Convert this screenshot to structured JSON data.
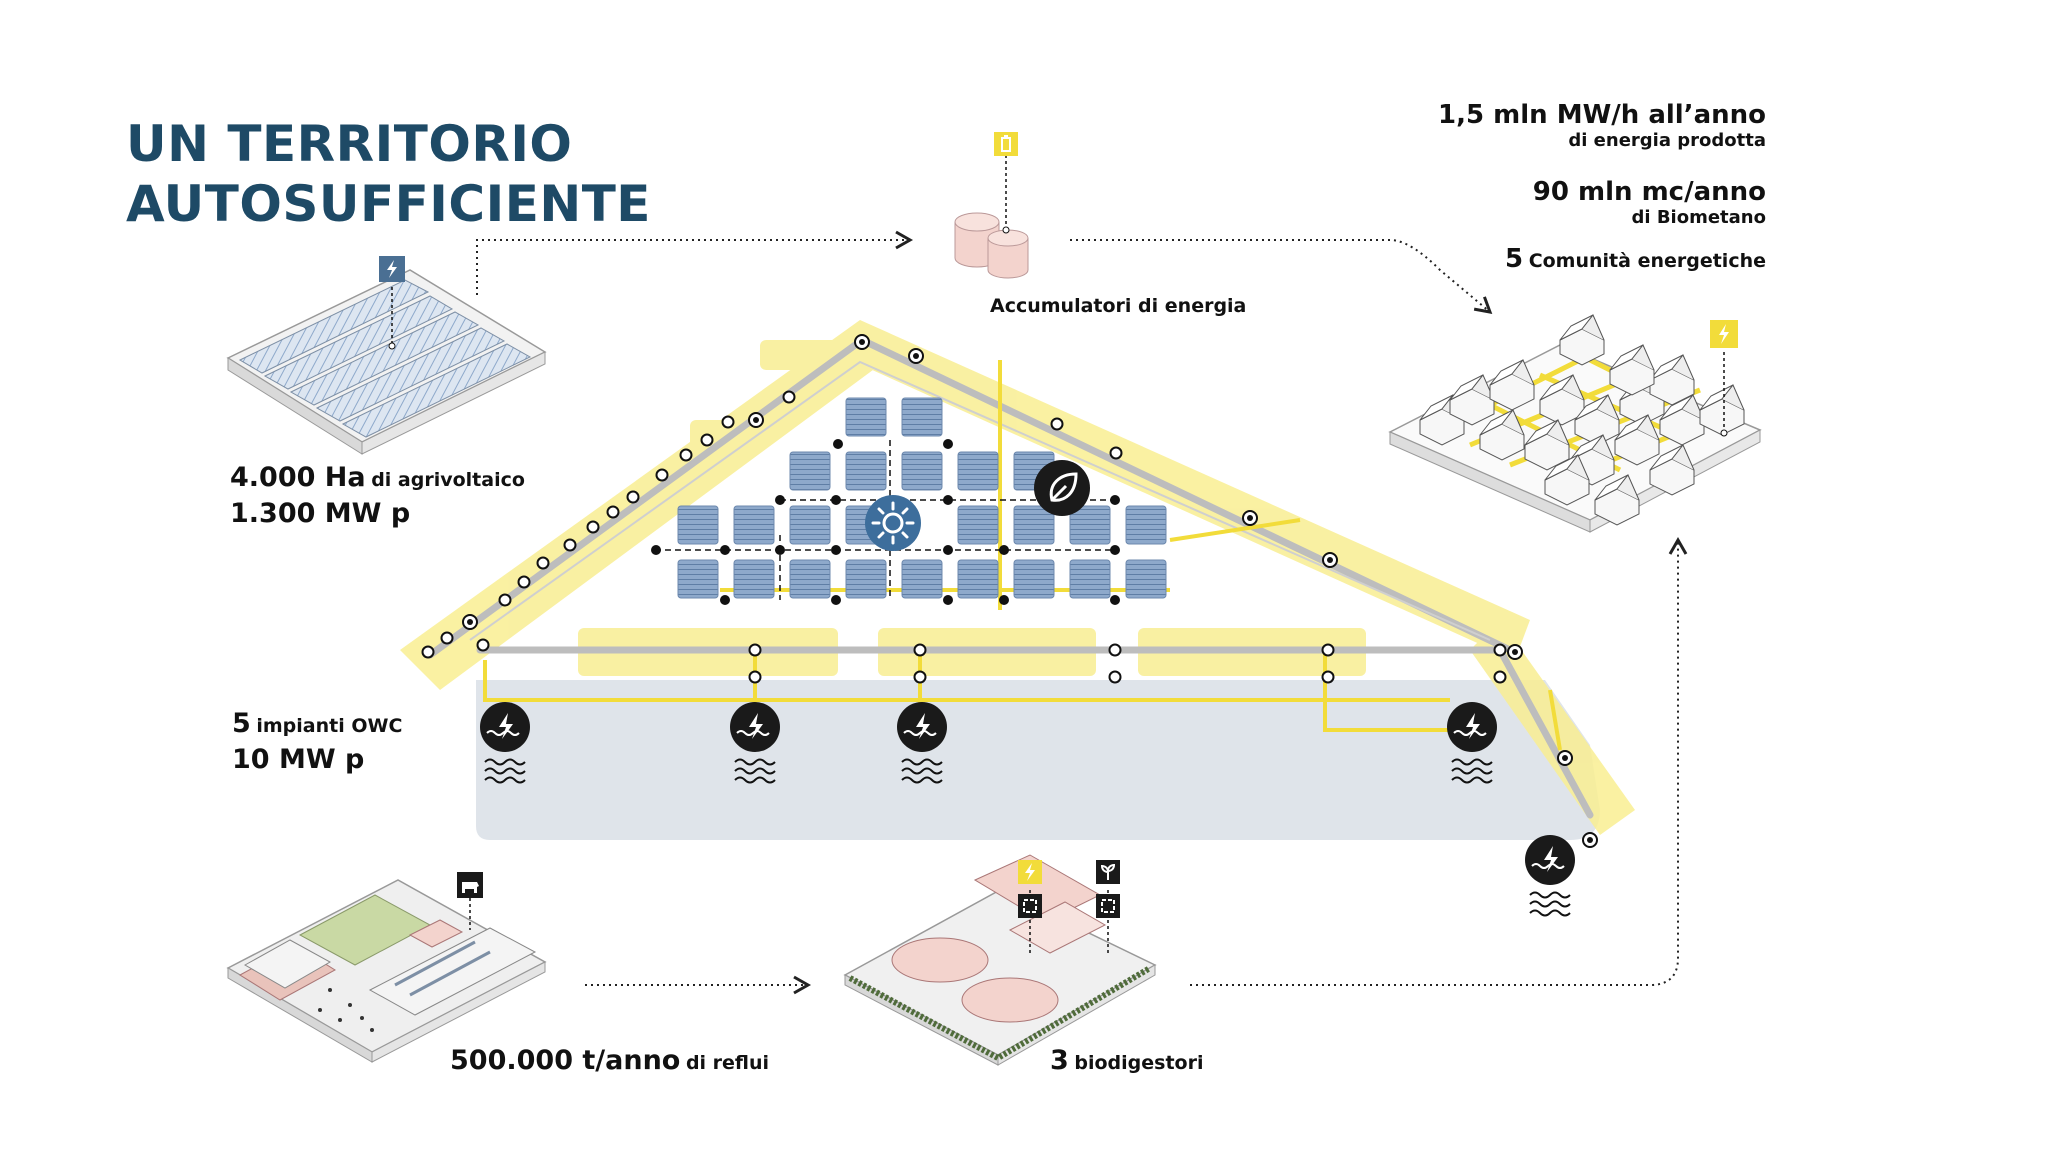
{
  "title": {
    "line1": "UN TERRITORIO",
    "line2": "AUTOSUFFICIENTE"
  },
  "stats": [
    {
      "main": "1,5 mln MW/h all’anno",
      "sub": "di energia prodotta"
    },
    {
      "main": "90 mln mc/anno",
      "sub": "di Biometano"
    },
    {
      "number": "5",
      "text": "Comunità energetiche"
    }
  ],
  "labels": {
    "accumulatori": "Accumulatori di energia",
    "agrivoltaico": {
      "num": "4.000 Ha",
      "text": "di agrivoltaico",
      "power": "1.300 MW p"
    },
    "owc": {
      "num": "5",
      "text": "impianti OWC",
      "power": "10 MW p"
    },
    "reflui": {
      "num": "500.000 t/anno",
      "text": "di reflui"
    },
    "biodigestori": {
      "num": "3",
      "text": "biodigestori"
    }
  },
  "icons": {
    "energy_badge": "lightning-icon",
    "battery_badge": "battery-icon",
    "cow_badge": "cow-icon",
    "plant_badge": "plant-icon",
    "sun": "sun-icon",
    "leaf": "leaf-icon",
    "wave_energy": "wave-energy-icon"
  },
  "colors": {
    "title": "#1e4a66",
    "yellow": "#f7e96a",
    "yellow_soft": "#fbf3b5",
    "panel": "#7f9cc0",
    "sea": "#dfe4ea",
    "dark": "#1a1a1a",
    "roof_pink": "#f3d3cd"
  }
}
